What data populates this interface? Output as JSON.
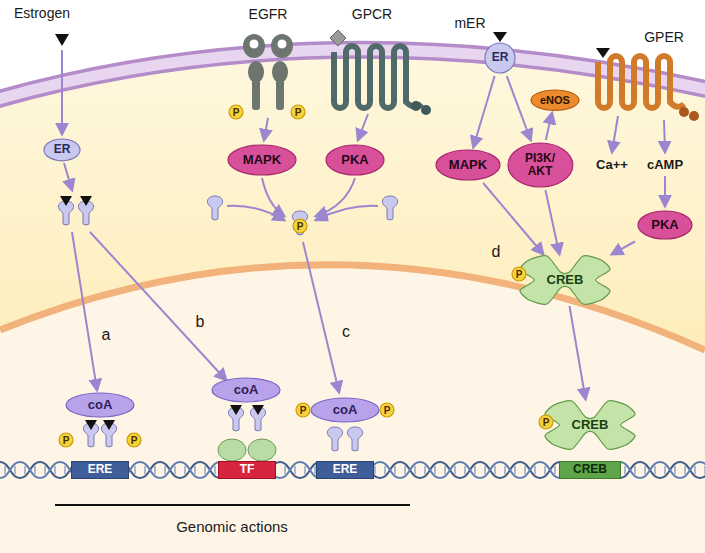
{
  "diagram": {
    "nodes": [
      {
        "text": [
          "ER"
        ]
      },
      {
        "text": [
          "P"
        ]
      },
      {
        "text": [
          "P"
        ]
      },
      {
        "text": [
          "MAPK"
        ]
      },
      {
        "text": [
          "PKA"
        ]
      },
      {
        "text": [
          "P"
        ]
      },
      {
        "text": [
          "coA"
        ]
      },
      {
        "text": [
          "P"
        ]
      },
      {
        "text": [
          "P"
        ]
      },
      {
        "text": [
          "ERE"
        ]
      },
      {
        "text": [
          "coA"
        ]
      },
      {
        "text": [
          "TF"
        ]
      },
      {
        "text": [
          "coA"
        ]
      },
      {
        "text": [
          "P"
        ]
      },
      {
        "text": [
          "P"
        ]
      },
      {
        "text": [
          "ERE"
        ]
      },
      {
        "text": [
          "ER"
        ]
      },
      {
        "text": [
          "eNOS"
        ]
      },
      {
        "text": [
          "MAPK"
        ]
      },
      {
        "text": [
          "PI3K/ AKT"
        ]
      },
      {
        "text": [
          "PKA"
        ]
      },
      {
        "text": [
          "CREB"
        ]
      },
      {
        "text": [
          "P"
        ]
      },
      {
        "text": [
          "CREB"
        ]
      },
      {
        "text": [
          "P"
        ]
      },
      {
        "text": [
          "CREB"
        ]
      }
    ],
    "edges": [
      {
        "from": 16,
        "to": 18,
        "arrow": "to"
      },
      {
        "from": 16,
        "to": 19,
        "arrow": "to"
      },
      {
        "from": 19,
        "to": 17,
        "arrow": "to"
      },
      {
        "from": 18,
        "to": 21,
        "arrow": "to"
      },
      {
        "from": 19,
        "to": 21,
        "arrow": "to"
      },
      {
        "from": 20,
        "to": 21,
        "arrow": "to"
      },
      {
        "from": 21,
        "to": 23,
        "arrow": "to"
      }
    ],
    "labels": [
      "Estrogen",
      "EGFR",
      "GPCR",
      "mER",
      "GPER",
      "Ca++",
      "cAMP",
      "a",
      "b",
      "c",
      "d",
      "Genomic actions"
    ]
  }
}
